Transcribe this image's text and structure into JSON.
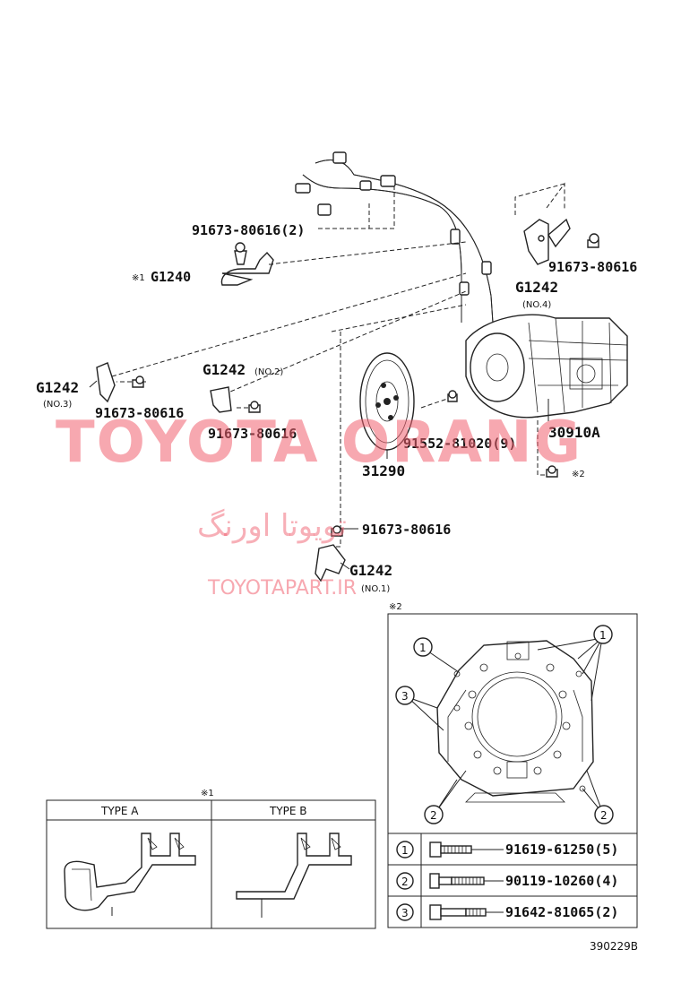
{
  "labels": {
    "bolt_wire_harness": "91673-80616(2)",
    "bracket_g1240_mark": "※1",
    "bracket_g1240": "G1240",
    "bolt_no4": "91673-80616",
    "bracket_no4": "G1242",
    "bracket_no4_sub": "(NO.4)",
    "bracket_no3": "G1242",
    "bracket_no3_sub": "(NO.3)",
    "bolt_no3": "91673-80616",
    "bracket_no2": "G1242",
    "bracket_no2_sub": "(NO.2)",
    "bolt_no2": "91673-80616",
    "bolt_torque_converter": "91552-81020(9)",
    "transmission": "30910A",
    "torque_converter": "31290",
    "mark_2": "※2",
    "bolt_no1": "91673-80616",
    "bracket_no1": "G1242",
    "bracket_no1_sub": "(NO.1)"
  },
  "watermark": {
    "line1": "TOYOTA ORANG",
    "line2": "تویوتا اورنگ",
    "line3": "TOYOTAPART.IR"
  },
  "detail2": {
    "mark": "※2",
    "callouts": [
      "1",
      "3",
      "2"
    ],
    "bolts": [
      {
        "num": "1",
        "part": "91619-61250(5)"
      },
      {
        "num": "2",
        "part": "90119-10260(4)"
      },
      {
        "num": "3",
        "part": "91642-81065(2)"
      }
    ]
  },
  "detail1": {
    "mark": "※1",
    "type_a": "TYPE A",
    "type_b": "TYPE B"
  },
  "figure_id": "390229B",
  "colors": {
    "watermark": "#f06070",
    "ink": "#222222"
  }
}
